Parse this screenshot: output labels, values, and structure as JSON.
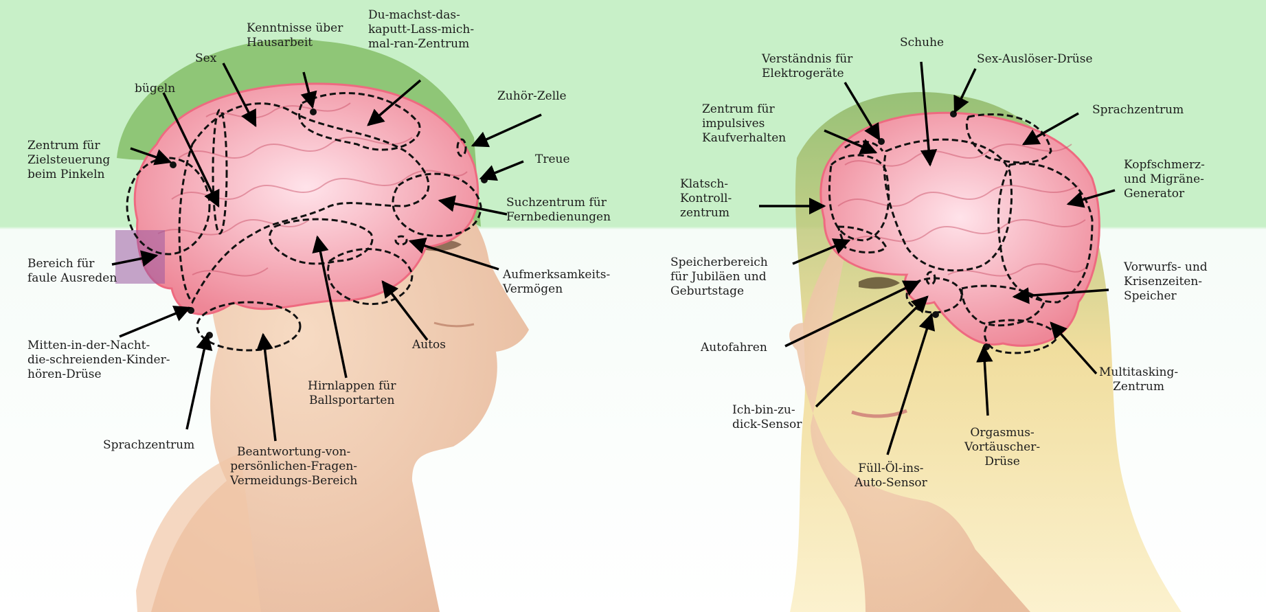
{
  "colors": {
    "band_top": "#c8f0c8",
    "band_bottom": "#f2fbf6",
    "brain": "#ee8e9c",
    "brain_outline": "#e04a63",
    "skin": "#f0c9a8",
    "hair_male": "#6fae55",
    "hair_female": "#f1d37e",
    "text": "#1c1c1c"
  },
  "male": {
    "labels": [
      {
        "id": "zielsteuerung",
        "text": "Zentrum für\nZielsteuerung\nbeim Pinkeln"
      },
      {
        "id": "buegeln",
        "text": "bügeln"
      },
      {
        "id": "sex",
        "text": "Sex"
      },
      {
        "id": "hausarbeit",
        "text": "Kenntnisse über\nHausarbeit"
      },
      {
        "id": "kaputt",
        "text": "Du-machst-das-\nkaputt-Lass-mich-\nmal-ran-Zentrum"
      },
      {
        "id": "zuhoer",
        "text": "Zuhör-Zelle"
      },
      {
        "id": "treue",
        "text": "Treue"
      },
      {
        "id": "suchzentrum",
        "text": "Suchzentrum für\nFernbedienungen"
      },
      {
        "id": "ausreden",
        "text": "Bereich für\nfaule Ausreden"
      },
      {
        "id": "aufmerksamkeit",
        "text": "Aufmerksamkeits-\nVermögen"
      },
      {
        "id": "nacht",
        "text": "Mitten-in-der-Nacht-\ndie-schreienden-Kinder-\nhören-Drüse"
      },
      {
        "id": "autos",
        "text": "Autos"
      },
      {
        "id": "ballsport",
        "text": "Hirnlappen für\nBallsportarten"
      },
      {
        "id": "sprachzentrum",
        "text": "Sprachzentrum"
      },
      {
        "id": "fragen",
        "text": "Beantwortung-von-\npersönlichen-Fragen-\nVermeidungs-Bereich"
      }
    ]
  },
  "female": {
    "labels": [
      {
        "id": "elektro",
        "text": "Verständnis für\nElektrogeräte"
      },
      {
        "id": "schuhe",
        "text": "Schuhe"
      },
      {
        "id": "sexausloeser",
        "text": "Sex-Auslöser-Drüse"
      },
      {
        "id": "kaufverhalten",
        "text": "Zentrum für\nimpulsives\nKaufverhalten"
      },
      {
        "id": "sprachzentrum",
        "text": "Sprachzentrum"
      },
      {
        "id": "klatsch",
        "text": "Klatsch-\nKontroll-\nzentrum"
      },
      {
        "id": "kopfschmerz",
        "text": "Kopfschmerz-\nund Migräne-\nGenerator"
      },
      {
        "id": "jubilaeen",
        "text": "Speicherbereich\nfür Jubiläen und\nGeburtstage"
      },
      {
        "id": "vorwurfs",
        "text": "Vorwurfs- und\nKrisenzeiten-\nSpeicher"
      },
      {
        "id": "autofahren",
        "text": "Autofahren"
      },
      {
        "id": "multitasking",
        "text": "Multitasking-\nZentrum"
      },
      {
        "id": "zudick",
        "text": "Ich-bin-zu-\ndick-Sensor"
      },
      {
        "id": "orgasmus",
        "text": "Orgasmus-\nVortäuscher-\nDrüse"
      },
      {
        "id": "oel",
        "text": "Füll-Öl-ins-\nAuto-Sensor"
      }
    ]
  }
}
